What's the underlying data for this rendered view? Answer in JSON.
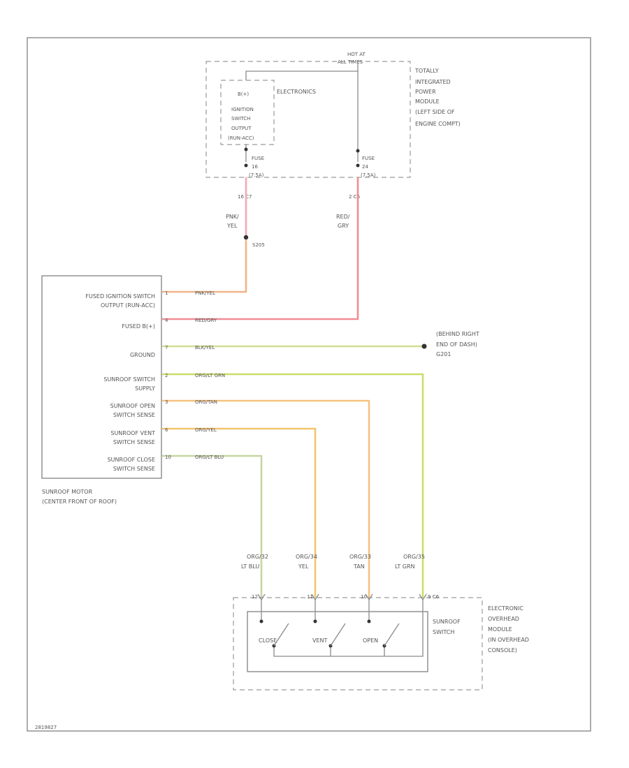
{
  "diagram_id": "2819827",
  "colors": {
    "pink": "#f3a8b4",
    "pink_orange": "#f2b48a",
    "red_gray": "#f28c96",
    "black_yellow": "#d3de92",
    "orange_ltgreen": "#cddd6a",
    "orange_tan": "#f6c27e",
    "orange_yellow": "#f2c46c",
    "orange_ltblue": "#c6d6a2",
    "frame": "#8a8a8a"
  },
  "tipm": {
    "hot_at": [
      "HOT AT",
      "ALL TIMES"
    ],
    "label": [
      "TOTALLY",
      "INTEGRATED",
      "POWER",
      "MODULE",
      "(LEFT SIDE OF",
      "ENGINE COMPT)"
    ],
    "electronics": "ELECTRONICS",
    "relay_title": "B(+)",
    "relay_label": [
      "IGNITION",
      "SWITCH",
      "OUTPUT",
      "(RUN-ACC)"
    ],
    "fuse_left": [
      "FUSE",
      "16",
      "(7.5A)"
    ],
    "fuse_right": [
      "FUSE",
      "24",
      "(7.5A)"
    ],
    "conn_left": "16 C7",
    "conn_right": "2 C6"
  },
  "wire_top_left": [
    "PNK/",
    "YEL"
  ],
  "wire_top_right": [
    "RED/",
    "GRY"
  ],
  "splice": "S205",
  "motor": {
    "label": [
      "SUNROOF MOTOR",
      "(CENTER FRONT OF ROOF)"
    ],
    "pins": [
      {
        "pin": "1",
        "label": [
          "FUSED IGNITION SWITCH",
          "OUTPUT (RUN-ACC)"
        ],
        "wire": "PNK/YEL"
      },
      {
        "pin": "4",
        "label": [
          "FUSED B(+)"
        ],
        "wire": "RED/GRY"
      },
      {
        "pin": "7",
        "label": [
          "GROUND"
        ],
        "wire": "BLK/YEL"
      },
      {
        "pin": "2",
        "label": [
          "SUNROOF SWITCH",
          "SUPPLY"
        ],
        "wire": "ORG/LT GRN"
      },
      {
        "pin": "3",
        "label": [
          "SUNROOF OPEN",
          "SWITCH SENSE"
        ],
        "wire": "ORG/TAN"
      },
      {
        "pin": "6",
        "label": [
          "SUNROOF VENT",
          "SWITCH SENSE"
        ],
        "wire": "ORG/YEL"
      },
      {
        "pin": "10",
        "label": [
          "SUNROOF CLOSE",
          "SWITCH SENSE"
        ],
        "wire": "ORG/LT BLU"
      }
    ]
  },
  "ground_label": [
    "(BEHIND RIGHT",
    "END OF DASH)",
    "G201"
  ],
  "eom_wires": [
    {
      "code": "ORG/32",
      "color": "LT BLU",
      "pin": "12"
    },
    {
      "code": "ORG/34",
      "color": "YEL",
      "pin": "11"
    },
    {
      "code": "ORG/33",
      "color": "TAN",
      "pin": "10"
    },
    {
      "code": "ORG/35",
      "color": "LT GRN",
      "pin": "9 C6"
    }
  ],
  "eom": {
    "label": [
      "ELECTRONIC",
      "OVERHEAD",
      "MODULE",
      "(IN OVERHEAD",
      "CONSOLE)"
    ],
    "switch_label": [
      "SUNROOF",
      "SWITCH"
    ],
    "switches": [
      "CLOSE",
      "VENT",
      "OPEN"
    ]
  }
}
